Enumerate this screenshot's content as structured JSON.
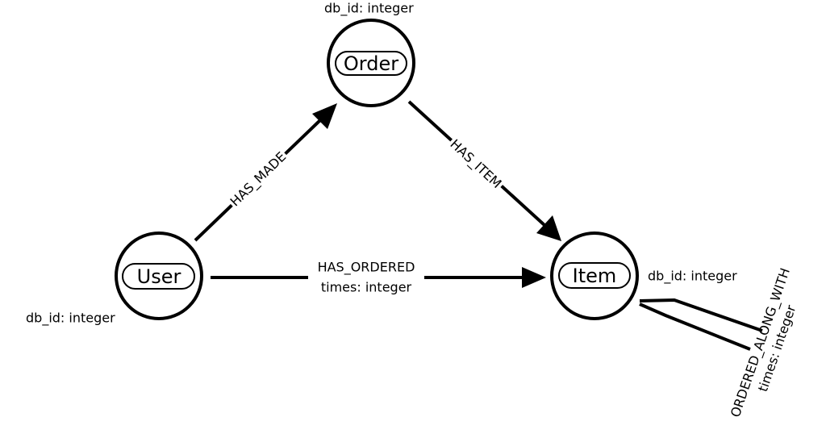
{
  "nodes": {
    "order": {
      "label": "Order",
      "property": "db_id: integer"
    },
    "user": {
      "label": "User",
      "property": "db_id: integer"
    },
    "item": {
      "label": "Item",
      "property": "db_id: integer"
    }
  },
  "edges": {
    "has_made": {
      "label": "HAS_MADE"
    },
    "has_item": {
      "label": "HAS_ITEM"
    },
    "has_ordered": {
      "label": "HAS_ORDERED",
      "property": "times: integer"
    },
    "ordered_along_with": {
      "label": "ORDERED_ALONG_WITH",
      "property": "times: integer"
    }
  }
}
